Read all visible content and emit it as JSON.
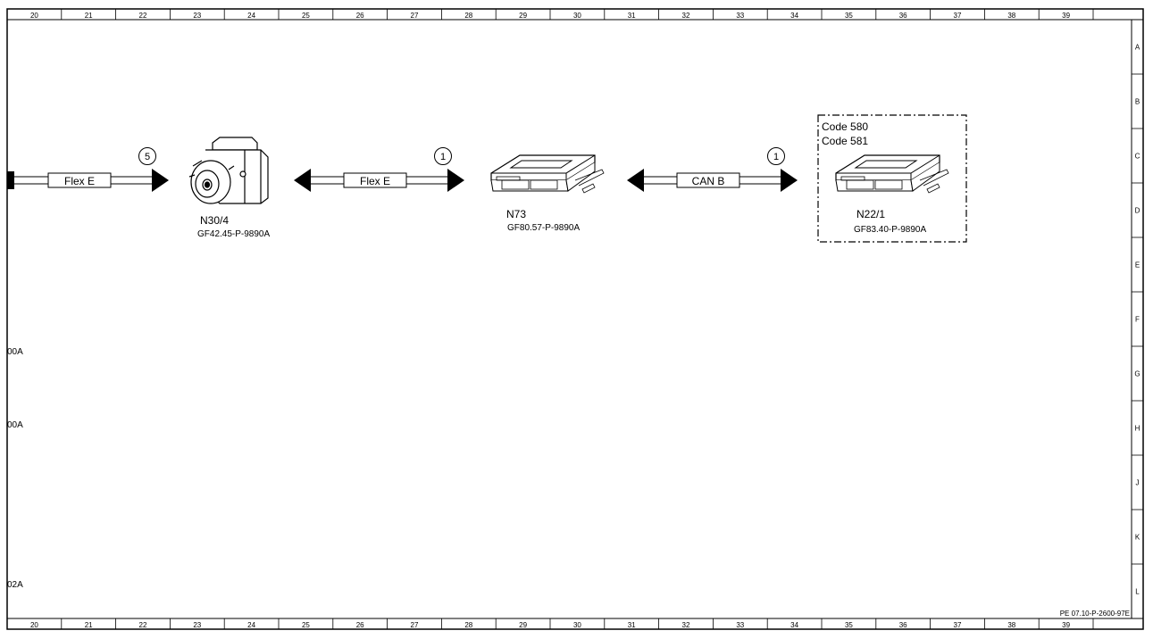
{
  "columns": [
    "20",
    "21",
    "22",
    "23",
    "24",
    "25",
    "26",
    "27",
    "28",
    "29",
    "30",
    "31",
    "32",
    "33",
    "34",
    "35",
    "36",
    "37",
    "38",
    "39"
  ],
  "rows": [
    "A",
    "B",
    "C",
    "D",
    "E",
    "F",
    "G",
    "H",
    "J",
    "K",
    "L"
  ],
  "connections": [
    {
      "label": "Flex E",
      "badge": "5"
    },
    {
      "label": "Flex E",
      "badge": "1"
    },
    {
      "label": "CAN B",
      "badge": "1"
    }
  ],
  "components": [
    {
      "id": "N30/4",
      "ref": "GF42.45-P-9890A",
      "icon": "hydraulic-unit-icon"
    },
    {
      "id": "N73",
      "ref": "GF80.57-P-9890A",
      "icon": "control-module-icon"
    },
    {
      "id": "N22/1",
      "ref": "GF83.40-P-9890A",
      "icon": "control-module-icon"
    }
  ],
  "option_box": {
    "codes": [
      "Code 580",
      "Code 581"
    ]
  },
  "side_refs": [
    "00A",
    "00A",
    "02A"
  ],
  "footer_ref": "PE 07.10-P-2600-97E"
}
